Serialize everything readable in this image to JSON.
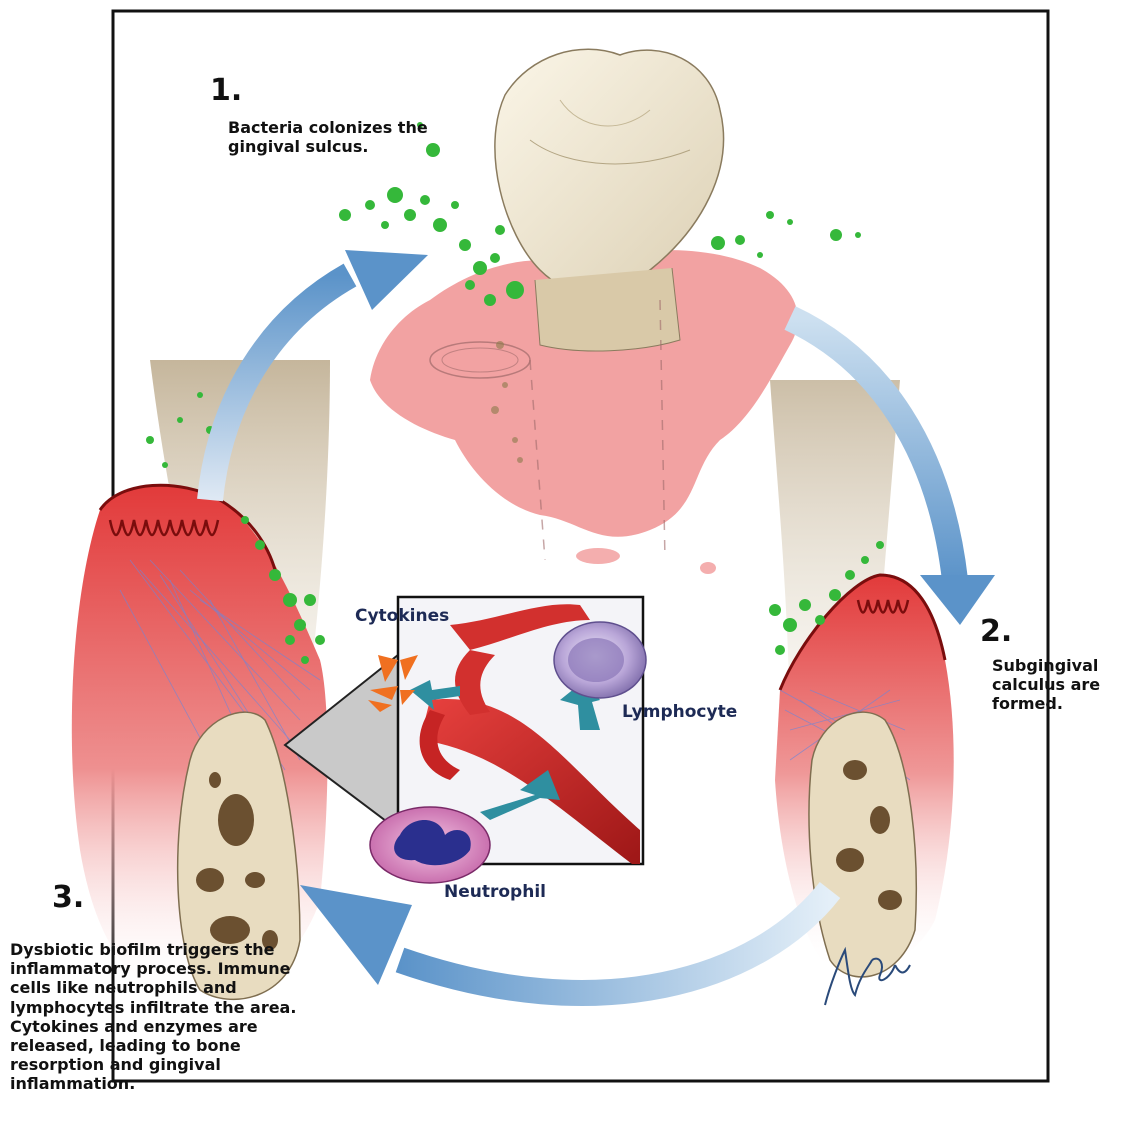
{
  "steps": [
    {
      "number": "1.",
      "text": "Bacteria colonizes the gingival sulcus."
    },
    {
      "number": "2.",
      "text": "Subgingival calculus are formed."
    },
    {
      "number": "3.",
      "text": "Dysbiotic biofilm triggers the inflammatory process. Immune cells like neutrophils and lymphocytes infiltrate the area.  Cytokines and enzymes  are released, leading to bone resorption and gingival inflammation."
    }
  ],
  "inset": {
    "cytokines_label": "Cytokines",
    "lymphocyte_label": "Lymphocyte",
    "neutrophil_label": "Neutrophil"
  },
  "colors": {
    "cycle_arrow": "#5b93c9",
    "gum_red": "#d9262a",
    "inflamed_pink": "#ef8b8b",
    "bacteria_green": "#35b83a",
    "bone": "#e8dcc0",
    "tooth": "#f2ead6",
    "inset_label": "#1d2a55",
    "cytokine_orange": "#f07020",
    "cell_arrow": "#2f8fa0"
  },
  "icons": [
    "tooth",
    "bacteria",
    "blood-vessel",
    "lymphocyte-cell",
    "neutrophil-cell",
    "cytokine-wedge",
    "cycle-arrow",
    "artist-signature"
  ]
}
